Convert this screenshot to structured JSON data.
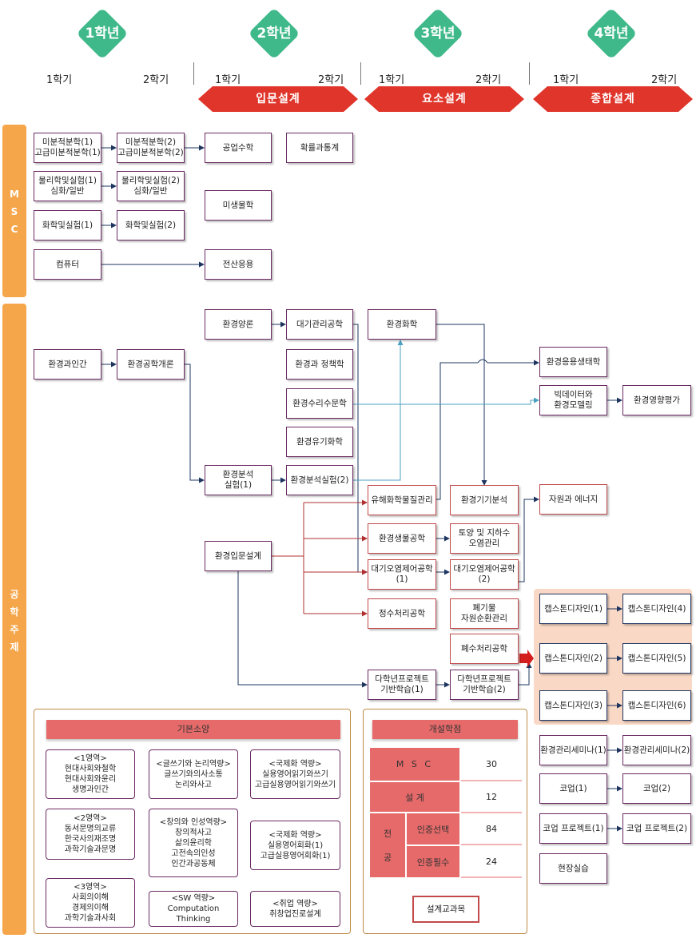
{
  "years": [
    "1학년",
    "2학년",
    "3학년",
    "4학년"
  ],
  "semesters": [
    "1학기",
    "2학기",
    "1학기",
    "2학기",
    "1학기",
    "2학기",
    "1학기",
    "2학기"
  ],
  "stages": [
    "입문설계",
    "요소설계",
    "종합설계"
  ],
  "sidebar": {
    "msc": [
      "M",
      "S",
      "C"
    ],
    "eng": [
      "공",
      "학",
      "주",
      "제"
    ]
  },
  "courses": {
    "calc1": [
      "미분적분학(1)",
      "고급미분적분학(1)"
    ],
    "calc2": [
      "미분적분학(2)",
      "고급미분적분학(2)"
    ],
    "eng_math": "공업수학",
    "prob_stat": "확률과통계",
    "phys1": [
      "물리학및실험(1)",
      "심화/일반"
    ],
    "phys2": [
      "물리학및실험(2)",
      "심화/일반"
    ],
    "microbio": "미생물학",
    "chem1": "화학및실험(1)",
    "chem2": "화학및실험(2)",
    "computer": "컴퓨터",
    "comp_app": "전산응용",
    "env_theory": "환경양론",
    "air_eng": "대기관리공학",
    "env_chem": "환경화학",
    "env_human": "환경과인간",
    "env_intro": "환경공학개론",
    "env_policy": "환경과 정책학",
    "env_eco": "환경응용생태학",
    "hydro": "환경수리수문학",
    "bigdata": [
      "빅데이터와",
      "환경모델링"
    ],
    "eia": "환경영향평가",
    "organic": "환경유기화학",
    "anal_exp1": [
      "환경분석",
      "실험(1)"
    ],
    "anal_exp2": "환경분석실험(2)",
    "hazard": "유해화학물질관리",
    "instr": "환경기기분석",
    "resource": "자원과 에너지",
    "design_intro": "환경입문설계",
    "bio_eng": "환경생물공학",
    "soil": [
      "토양 및 지하수",
      "오염관리"
    ],
    "apc1": [
      "대기오염제어공학",
      "(1)"
    ],
    "apc2": [
      "대기오염제어공학",
      "(2)"
    ],
    "water": "정수처리공학",
    "waste": [
      "폐기물",
      "자원순환관리"
    ],
    "capstone1": "캡스톤디자인(1)",
    "capstone4": "캡스톤디자인(4)",
    "wastewater": "폐수처리공학",
    "capstone2": "캡스톤디자인(2)",
    "capstone5": "캡스톤디자인(5)",
    "multi1": [
      "다학년프로젝트",
      "기반학습(1)"
    ],
    "multi2": [
      "다학년프로젝트",
      "기반학습(2)"
    ],
    "capstone3": "캡스톤디자인(3)",
    "capstone6": "캡스톤디자인(6)",
    "seminar1": "환경관리세미나(1)",
    "seminar2": "환경관리세미나(2)",
    "coop1": "코업(1)",
    "coop2": "코업(2)",
    "coop_proj1": "코업 프로젝트(1)",
    "coop_proj2": "코업 프로젝트(2)",
    "field": "현장실습"
  },
  "general_ed": {
    "title": "기본소양",
    "groups": [
      [
        "<1영역>",
        "현대사회와철학",
        "현대사회와윤리",
        "생명과인간"
      ],
      [
        "<글쓰기와 논리역량>",
        "글쓰기와의사소통",
        "논리와사고"
      ],
      [
        "<국제화 역량>",
        "실용영어읽기와쓰기",
        "고급실용영어읽기와쓰기"
      ],
      [
        "<2영역>",
        "동서문명의교류",
        "한국사의재조명",
        "과학기술과문명"
      ],
      [
        "<창의와 인성역량>",
        "창의적사고",
        "삶의윤리학",
        "고전속의인성",
        "인간과공동체"
      ],
      [
        "<국제화 역량>",
        "실용영어회화(1)",
        "고급실용영어회화(1)"
      ],
      [
        "<3영역>",
        "사회의이해",
        "경제의이해",
        "과학기술과사회"
      ],
      [
        "<SW 역량>",
        "Computation Thinking"
      ],
      [
        "<취업 역량>",
        "취창업진로설계"
      ]
    ]
  },
  "credits": {
    "title": "개설학점",
    "msc_label": "M S C",
    "msc_value": "30",
    "design_label": "설 계",
    "design_value": "12",
    "major_label": [
      "전",
      "공"
    ],
    "elective_label": "인증선택",
    "elective_value": "84",
    "required_label": "인증필수",
    "required_value": "24",
    "legend": "설계교과목"
  },
  "colors": {
    "green": "#3fb98a",
    "sidebar": "#f6a64a",
    "band_red": "#e0352b",
    "panel_head": "#e66a6a",
    "peach": "#f9d8c5",
    "box_border": "#6b2a63",
    "box_red": "#c24a4a",
    "box_navy": "#1e3560"
  }
}
